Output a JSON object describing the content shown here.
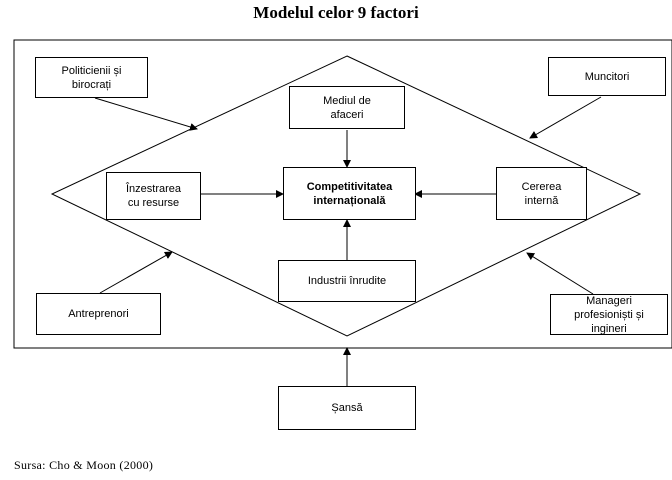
{
  "title": "Modelul celor 9 factori",
  "source": "Sursa: Cho & Moon (2000)",
  "boxes": {
    "politicieni": "Politicienii și\nbirocrați",
    "muncitori": "Muncitori",
    "mediul": "Mediul de\nafaceri",
    "inzestrarea": "Înzestrarea\ncu resurse",
    "competitivitatea": "Competitivitatea\ninternațională",
    "cererea": "Cererea\ninternă",
    "industrii": "Industrii  înrudite",
    "antreprenori": "Antreprenori",
    "manageri": "Manageri\nprofesioniști și\ningineri",
    "sansa": "Șansă"
  }
}
